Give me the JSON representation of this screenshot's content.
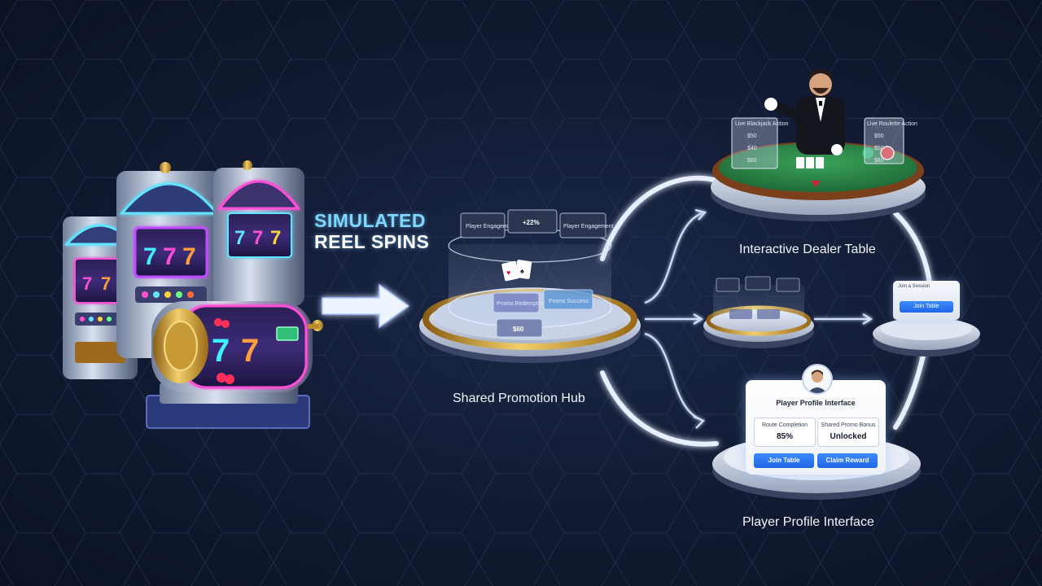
{
  "headline": {
    "line1": "SIMULATED",
    "line2": "REEL SPINS"
  },
  "captions": {
    "hub": "Shared Promotion Hub",
    "dealer": "Interactive Dealer Table",
    "profile": "Player Profile Interface"
  },
  "hub_tiles": {
    "tiles": [
      "Player Engagement",
      "+22%",
      "Player Engagement",
      "Promo Redemption",
      "Promo Success",
      "$60"
    ]
  },
  "dealer_table": {
    "left_panel": {
      "title": "Live Blackjack Action",
      "rows": [
        "$50",
        "$40",
        "$60"
      ]
    },
    "right_panel": {
      "title": "Live Roulette Action",
      "rows": [
        "$50",
        "$50",
        "$80"
      ]
    }
  },
  "join_card": {
    "header": "Join a Session",
    "button": "Join Table"
  },
  "profile_card": {
    "title": "Player Profile Interface",
    "stat1_label": "Route Completion",
    "stat1_value": "85%",
    "stat2_label": "Shared Promo Bonus",
    "stat2_value": "Unlocked",
    "button_join": "Join Table",
    "button_claim": "Claim Reward"
  },
  "colors": {
    "background": "#111a31",
    "glow": "#cfe0ff",
    "accent_blue": "#2f7bff",
    "gold": "#d9a93a",
    "felt_green": "#2f8a4a",
    "neon_cyan": "#62e4ff",
    "neon_pink": "#ff4fd8"
  },
  "icons": [
    "slot-machine-icon",
    "cherry-icon",
    "seven-icon",
    "card-icon",
    "chip-icon",
    "avatar-icon",
    "arrow-right-icon"
  ]
}
